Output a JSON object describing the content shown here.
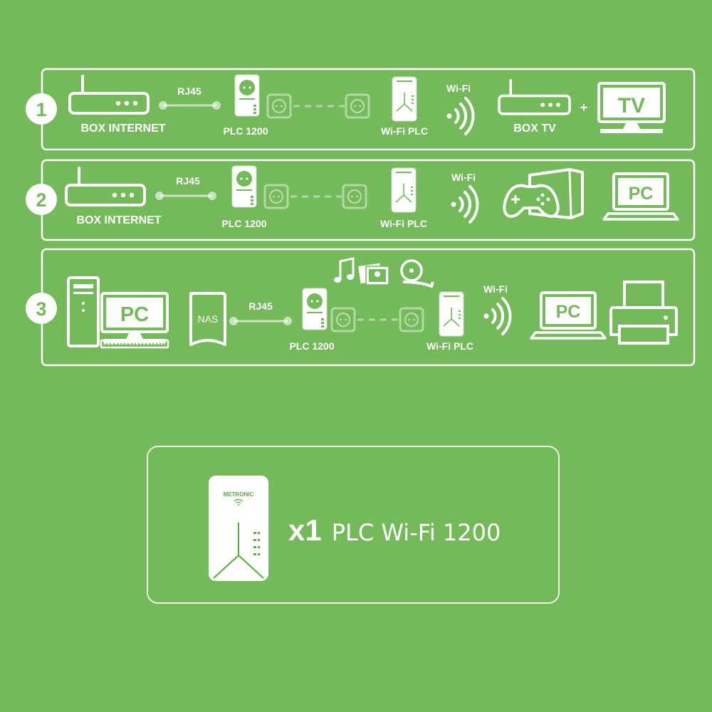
{
  "rows": [
    {
      "number": "1",
      "labels": {
        "source": "BOX INTERNET",
        "cable": "RJ45",
        "plc": "PLC 1200",
        "wifi_plc": "Wi-Fi PLC",
        "wifi": "Wi-Fi",
        "device1": "BOX TV",
        "plus": "+",
        "device2": "TV"
      }
    },
    {
      "number": "2",
      "labels": {
        "source": "BOX INTERNET",
        "cable": "RJ45",
        "plc": "PLC 1200",
        "wifi_plc": "Wi-Fi PLC",
        "wifi": "Wi-Fi",
        "device2": "PC"
      }
    },
    {
      "number": "3",
      "labels": {
        "pc": "PC",
        "nas": "NAS",
        "cable": "RJ45",
        "plc": "PLC 1200",
        "wifi_plc": "Wi-Fi PLC",
        "wifi": "Wi-Fi",
        "laptop": "PC"
      }
    }
  ],
  "product": {
    "quantity": "x1",
    "name": "PLC Wi-Fi 1200",
    "brand": "METRONIC"
  },
  "colors": {
    "background": "#74b95a",
    "foreground": "#ffffff",
    "brand_green": "#5aaa3c"
  }
}
